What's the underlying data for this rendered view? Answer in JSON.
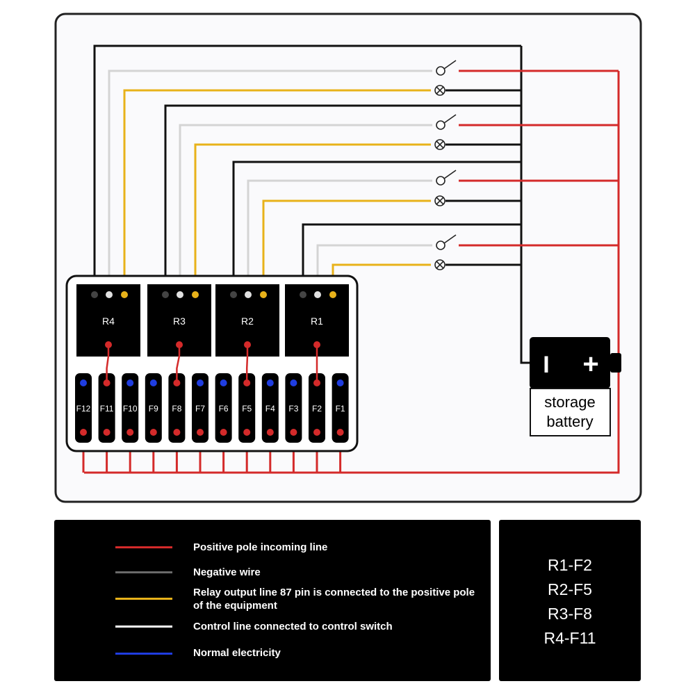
{
  "colors": {
    "positive": "#d42a2a",
    "negative": "#3a3a3a",
    "relay_output": "#e8b21a",
    "control": "#d4d4d4",
    "normal": "#1f3de0"
  },
  "relays": [
    {
      "label": "R4"
    },
    {
      "label": "R3"
    },
    {
      "label": "R2"
    },
    {
      "label": "R1"
    }
  ],
  "fuses": [
    "F12",
    "F11",
    "F10",
    "F9",
    "F8",
    "F7",
    "F6",
    "F5",
    "F4",
    "F3",
    "F2",
    "F1"
  ],
  "battery": {
    "minus_symbol": "I",
    "plus_symbol": "+",
    "label_line1": "storage",
    "label_line2": "battery"
  },
  "legend": [
    {
      "color": "#d42a2a",
      "text": "Positive pole incoming line"
    },
    {
      "color": "#6a6a6a",
      "text": "Negative wire"
    },
    {
      "color": "#e8b21a",
      "text": "Relay output line 87 pin is connected to the positive pole of the equipment"
    },
    {
      "color": "#ffffff",
      "text": "Control line connected to control switch"
    },
    {
      "color": "#1f3de0",
      "text": "Normal electricity"
    }
  ],
  "relay_fuse_map": [
    "R1-F2",
    "R2-F5",
    "R3-F8",
    "R4-F11"
  ]
}
